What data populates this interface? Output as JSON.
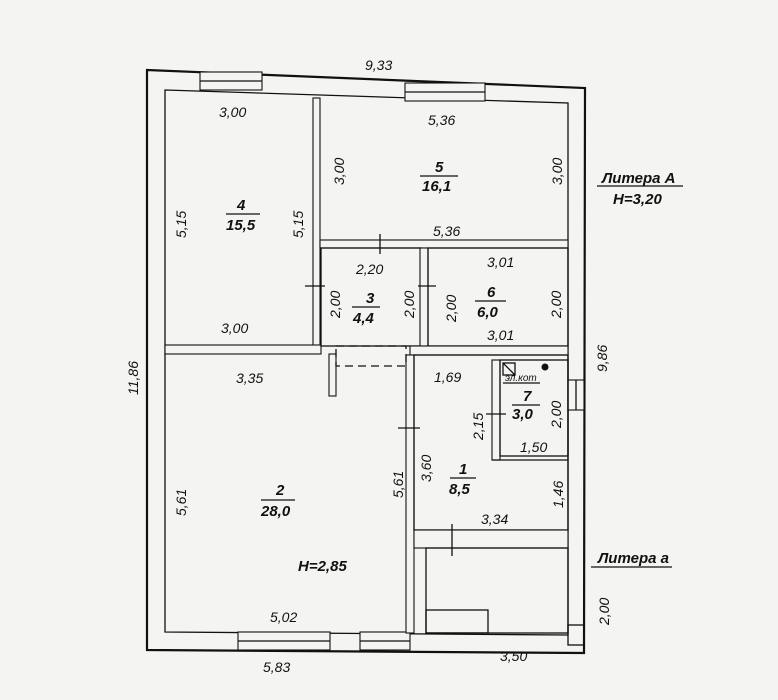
{
  "overall": {
    "width_top": "9,33",
    "height_left": "11,86",
    "height_right": "9,86",
    "width_bottom_main": "5,83",
    "width_bottom_annex": "3,50",
    "annex_height": "2,00"
  },
  "litera_main": {
    "name": "Литера А",
    "height": "Н=3,20"
  },
  "litera_annex": {
    "name": "Литера а"
  },
  "rooms": [
    {
      "id": "room-4",
      "number": "4",
      "area": "15,5",
      "dims": {
        "top": "3,00",
        "bottom": "3,00",
        "left": "5,15",
        "right": "5,15"
      }
    },
    {
      "id": "room-5",
      "number": "5",
      "area": "16,1",
      "dims": {
        "top": "5,36",
        "bottom": "5,36",
        "left": "3,00",
        "right": "3,00"
      }
    },
    {
      "id": "room-3",
      "number": "3",
      "area": "4,4",
      "dims": {
        "top": "2,20",
        "left": "2,00",
        "right": "2,00"
      }
    },
    {
      "id": "room-6",
      "number": "6",
      "area": "6,0",
      "dims": {
        "top": "3,01",
        "bottom": "3,01",
        "left": "2,00",
        "right": "2,00"
      }
    },
    {
      "id": "room-2",
      "number": "2",
      "area": "28,0",
      "height": "Н=2,85",
      "dims": {
        "top": "3,35",
        "bottom": "5,02",
        "left": "5,61",
        "right": "5,61"
      }
    },
    {
      "id": "room-1",
      "number": "1",
      "area": "8,5",
      "dims": {
        "top": "1,69",
        "left": "3,60",
        "bottom": "3,34",
        "right": "1,46"
      }
    },
    {
      "id": "room-7",
      "number": "7",
      "area": "3,0",
      "label": "эл.кот",
      "dims": {
        "left": "2,15",
        "right": "2,00",
        "bottom": "1,50"
      }
    }
  ]
}
